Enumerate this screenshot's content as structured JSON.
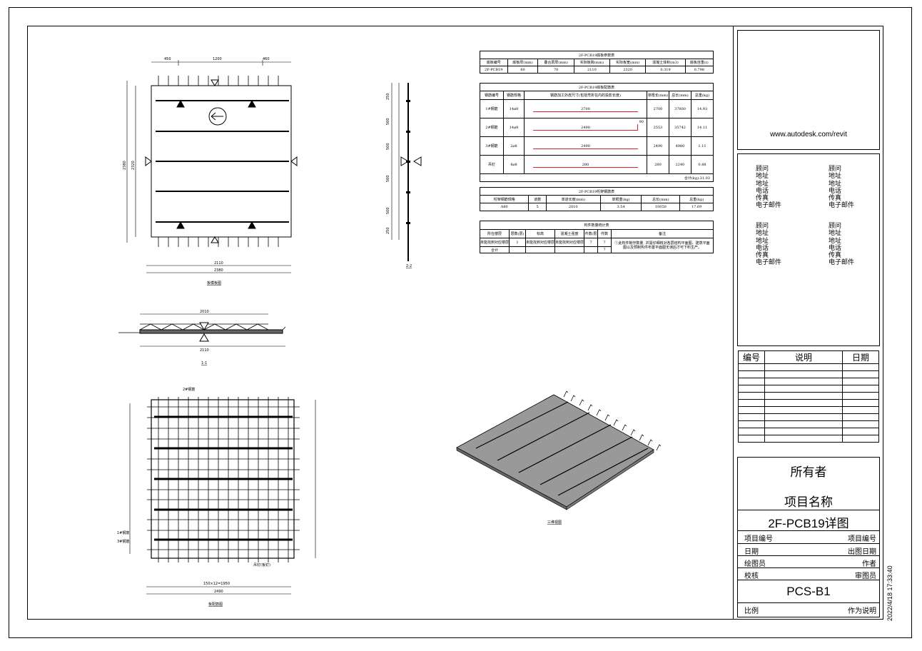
{
  "title_block": {
    "url": "www.autodesk.com/revit",
    "consultants_left": "顾问\n地址\n地址\n电话\n传真\n电子邮件",
    "consultants_right": "顾问\n地址\n地址\n电话\n传真\n电子邮件",
    "consultants_left2": "顾问\n地址\n地址\n电话\n传真\n电子邮件",
    "consultants_right2": "顾问\n地址\n地址\n电话\n传真\n电子邮件",
    "rev_header": {
      "no": "编号",
      "desc": "说明",
      "date": "日期"
    },
    "owner": "所有者",
    "project_name": "项目名称",
    "sheet_name": "2F-PCB19详图",
    "rows": [
      {
        "label": "项目编号",
        "value": "项目编号"
      },
      {
        "label": "日期",
        "value": "出图日期"
      },
      {
        "label": "绘图员",
        "value": "作者"
      },
      {
        "label": "校核",
        "value": "审图员"
      }
    ],
    "sheet_number": "PCS-B1",
    "scale_label": "比例",
    "scale_value": "作为说明",
    "timestamp": "2022/4/18 17:33:40"
  },
  "tables": {
    "params": {
      "title": "2F-PCB19底板参数表",
      "headers": [
        "底板编号",
        "底板厚(mm)",
        "叠合层厚(mm)",
        "实际板跨(mm)",
        "实际板宽(mm)",
        "混凝土体积(m3)",
        "底板自重(t)"
      ],
      "row": [
        "2F-PCB19",
        "60",
        "70",
        "2110",
        "2320",
        "0.319",
        "0.798"
      ]
    },
    "rebar": {
      "title": "2F-PCB19底板配筋表",
      "headers": [
        "钢筋编号",
        "钢筋规格",
        "钢筋加工外皮尺寸(包括弯折在内的投影长度)",
        "单根长(mm)",
        "总长(mm)",
        "总重(kg)"
      ],
      "rows": [
        {
          "id": "1#钢筋",
          "spec": "14⌀8",
          "dim": "2700",
          "single": "2700",
          "total": "37800",
          "weight": "14.93"
        },
        {
          "id": "2#钢筋",
          "spec": "14⌀8",
          "dim": "2490",
          "hook": "90",
          "single": "2553",
          "total": "35742",
          "weight": "14.11"
        },
        {
          "id": "3#钢筋",
          "spec": "2⌀8",
          "dim": "2490",
          "single": "2490",
          "total": "4980",
          "weight": "1.11"
        },
        {
          "id": "吊钉",
          "spec": "8⌀8",
          "dim": "280",
          "single": "280",
          "total": "2240",
          "weight": "0.88"
        }
      ],
      "total": "合计(kg):31.03"
    },
    "truss": {
      "title": "2F-PCB19桁架钢筋表",
      "headers": [
        "桁架钢筋规格",
        "道数",
        "单道长度(mm)",
        "单根重(kg)",
        "总长(mm)",
        "总重(kg)"
      ],
      "row": [
        "A80",
        "5",
        "2010",
        "3.54",
        "10050",
        "17.69"
      ]
    },
    "stats": {
      "title": "构件数量统计表",
      "headers": [
        "所在楼层",
        "层数(层)",
        "标高",
        "混凝土强度",
        "件数/层",
        "件数",
        "备注"
      ],
      "rows": [
        [
          "未能找到对应楼层",
          "1",
          "未能找到对应楼层",
          "未能找到对应楼层",
          "7",
          "7"
        ],
        [
          "合计",
          "",
          "",
          "",
          "",
          "7"
        ]
      ],
      "note": "①此构件制作数量, 并需仔细核对各层结构平面图、建筑平面图以及预制构件布置平面图无误后才可下料生产。"
    }
  },
  "drawings": {
    "plan_caption": "板模板图",
    "plan_dims_top": [
      "450",
      "1200",
      "460"
    ],
    "plan_dims_bottom": [
      "2110",
      "2380"
    ],
    "plan_dims_left": [
      "2320",
      "2380"
    ],
    "section22_caption": "2-2",
    "section22_dims": [
      "250",
      "500",
      "500",
      "500",
      "500",
      "250"
    ],
    "section11_caption": "1-1",
    "section11_dims": [
      "2010",
      "2110"
    ],
    "reinf_caption": "板配筋图",
    "reinf_labels": [
      "2#钢筋",
      "1#钢筋",
      "3#钢筋",
      "吊钉(板钉)"
    ],
    "reinf_dims_bottom": [
      "150×12=1950",
      "2490"
    ],
    "iso_caption": "三维视图"
  }
}
